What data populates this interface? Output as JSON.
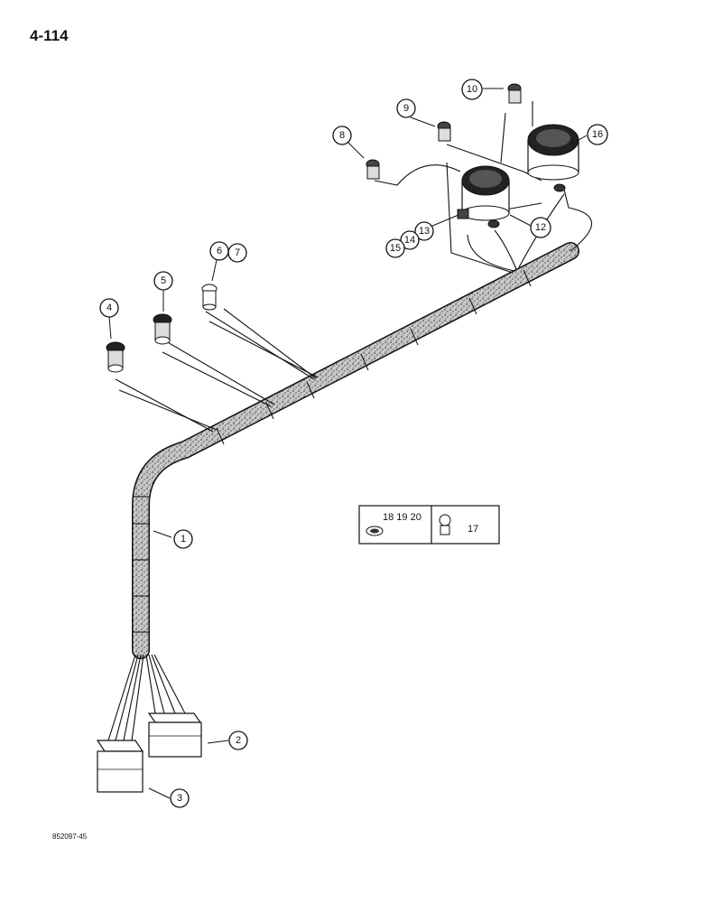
{
  "page": {
    "number": "4-114",
    "figure_code": "852097-45"
  },
  "callouts": [
    {
      "id": "c1",
      "label": "1"
    },
    {
      "id": "c2",
      "label": "2"
    },
    {
      "id": "c3",
      "label": "3"
    },
    {
      "id": "c4",
      "label": "4"
    },
    {
      "id": "c5",
      "label": "5"
    },
    {
      "id": "c6",
      "label": "6"
    },
    {
      "id": "c7",
      "label": "7"
    },
    {
      "id": "c8",
      "label": "8"
    },
    {
      "id": "c9",
      "label": "9"
    },
    {
      "id": "c10",
      "label": "10"
    },
    {
      "id": "c12",
      "label": "12"
    },
    {
      "id": "c13",
      "label": "13"
    },
    {
      "id": "c14",
      "label": "14"
    },
    {
      "id": "c15",
      "label": "15"
    },
    {
      "id": "c16",
      "label": "16"
    }
  ],
  "legend": {
    "left_label": "18 19 20",
    "right_label": "17"
  }
}
